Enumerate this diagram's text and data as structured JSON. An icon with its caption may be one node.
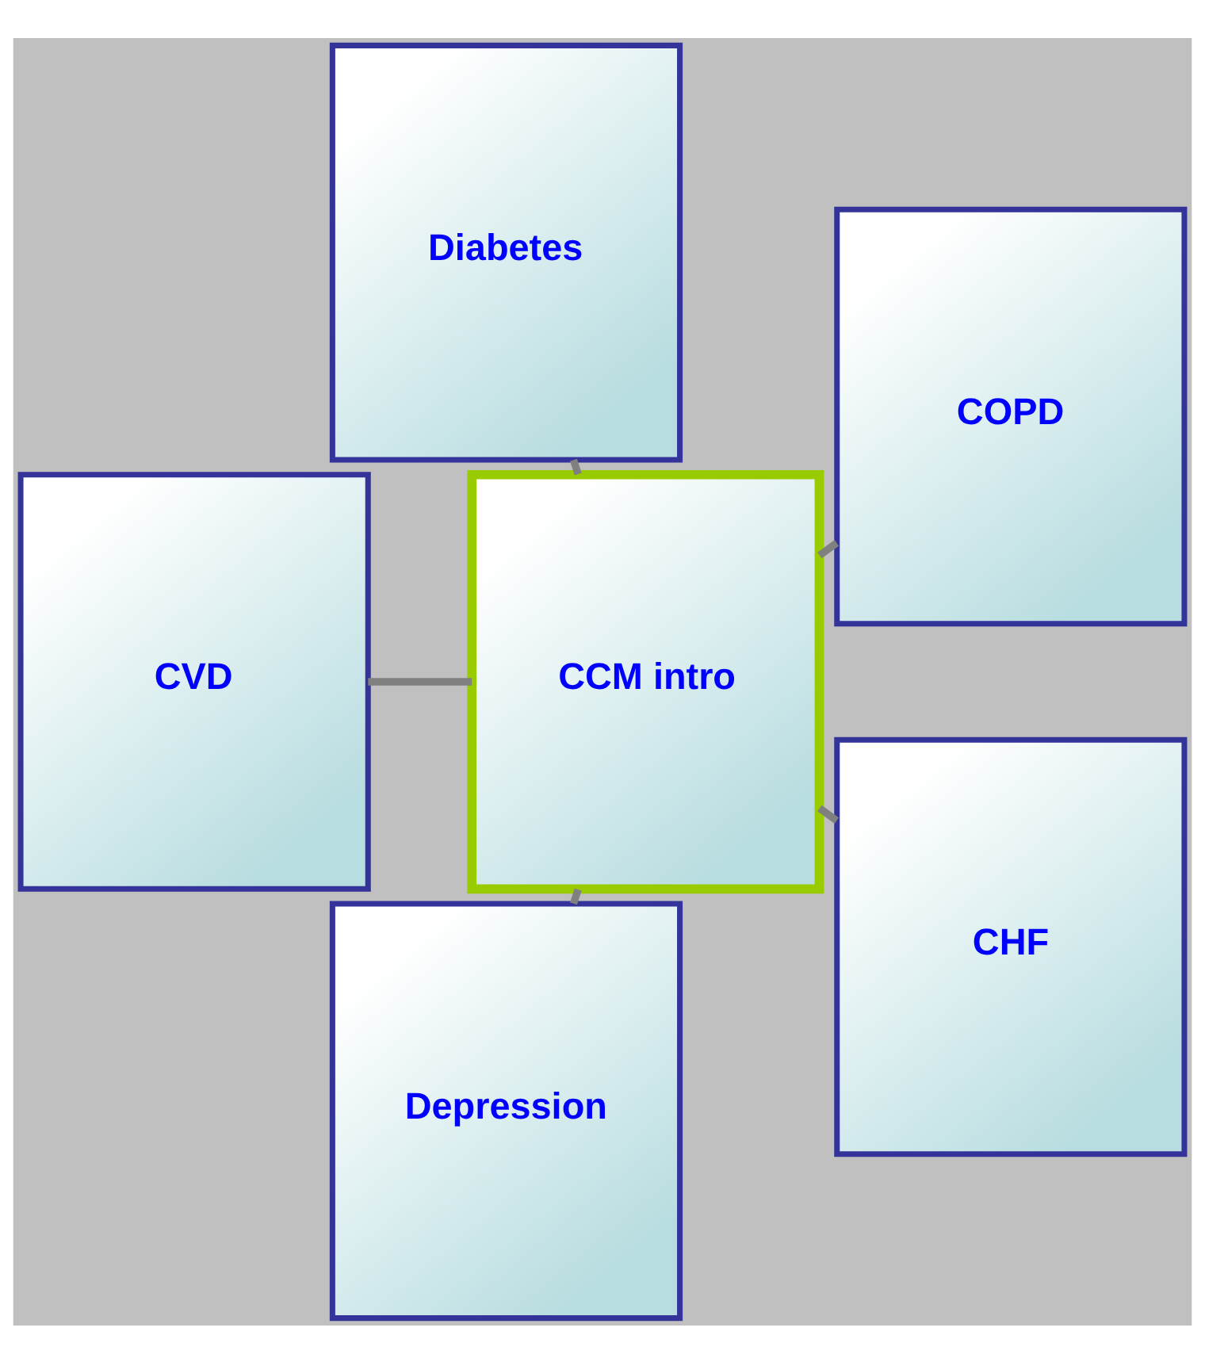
{
  "diagram": {
    "nodes": [
      {
        "text": [
          "COPD"
        ]
      },
      {
        "text": [
          "Diabetes"
        ]
      },
      {
        "text": [
          "CVD"
        ]
      },
      {
        "text": [
          "CCM intro"
        ]
      },
      {
        "text": [
          "Depression"
        ]
      },
      {
        "text": [
          "CHF"
        ]
      }
    ],
    "edges": [
      {
        "from": 3,
        "to": 0,
        "arrow": "none"
      },
      {
        "from": 3,
        "to": 1,
        "arrow": "none"
      },
      {
        "from": 3,
        "to": 2,
        "arrow": "none"
      },
      {
        "from": 3,
        "to": 4,
        "arrow": "none"
      },
      {
        "from": 3,
        "to": 5,
        "arrow": "none"
      }
    ]
  }
}
